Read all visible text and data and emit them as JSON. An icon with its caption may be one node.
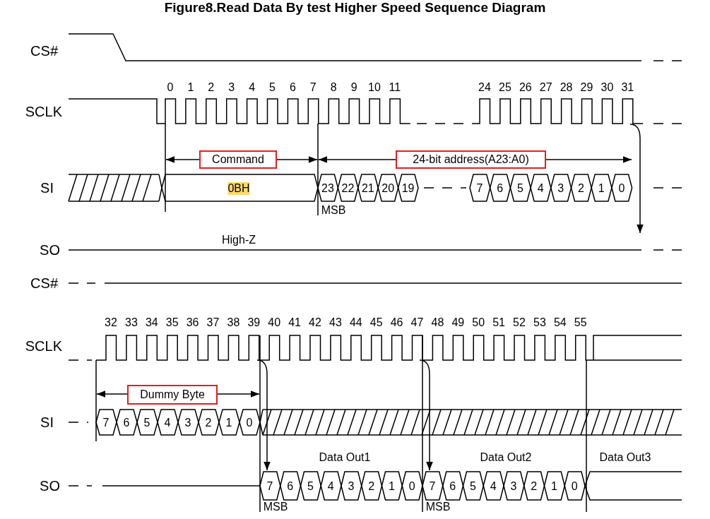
{
  "diagram": {
    "title": "Figure8.Read Data By test Higher Speed Sequence Diagram",
    "nodes": [
      {
        "text": [
          "Command"
        ]
      },
      {
        "text": [
          "24-bit address(A23:A0)"
        ]
      },
      {
        "text": [
          "Dummy Byte"
        ]
      }
    ],
    "edges": [],
    "labels": [
      "CS#",
      "0",
      "1",
      "2",
      "3",
      "4",
      "5",
      "6",
      "7",
      "8",
      "9",
      "10",
      "11",
      "24",
      "25",
      "26",
      "27",
      "28",
      "29",
      "30",
      "31",
      "SCLK",
      "SI",
      "0BH",
      "23",
      "22",
      "21",
      "20",
      "19",
      "7",
      "6",
      "5",
      "4",
      "3",
      "2",
      "1",
      "0",
      "MSB",
      "High-Z",
      "SO",
      "CS#",
      "32",
      "33",
      "34",
      "35",
      "36",
      "37",
      "38",
      "39",
      "40",
      "41",
      "42",
      "43",
      "44",
      "45",
      "46",
      "47",
      "48",
      "49",
      "50",
      "51",
      "52",
      "53",
      "54",
      "55",
      "SCLK",
      "SI",
      "7",
      "6",
      "5",
      "4",
      "3",
      "2",
      "1",
      "0",
      "Data Out1",
      "Data Out2",
      "Data Out3",
      "SO",
      "7",
      "6",
      "5",
      "4",
      "3",
      "2",
      "1",
      "0",
      "7",
      "6",
      "5",
      "4",
      "3",
      "2",
      "1",
      "0",
      "MSB",
      "MSB"
    ]
  }
}
